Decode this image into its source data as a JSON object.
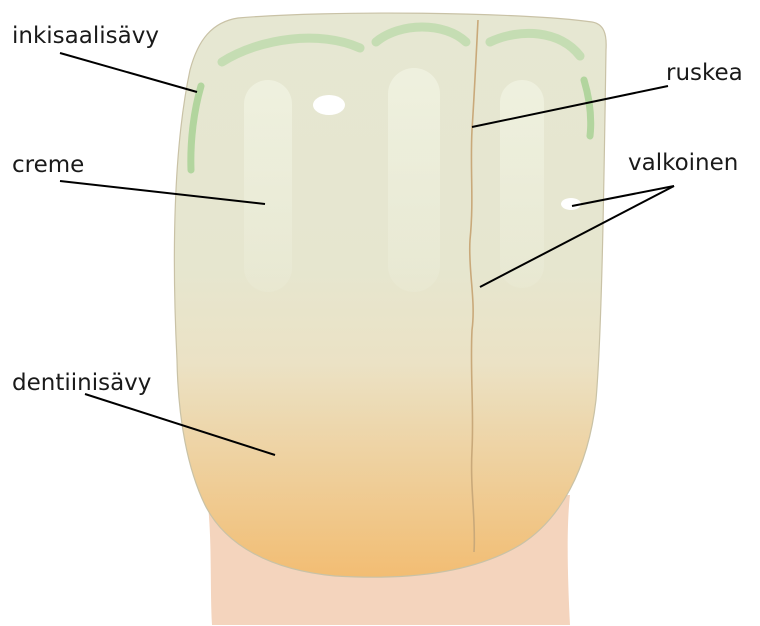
{
  "labels": {
    "incisal": "inkisaalisävy",
    "creme": "creme",
    "dentin": "dentiinisävy",
    "brown": "ruskea",
    "white": "valkoinen"
  },
  "colors": {
    "crown_top": "#e6e7d2",
    "crown_mid": "#ebe2c5",
    "crown_bottom": "#f2bd73",
    "root": "#f4d4bd",
    "incisal_stain": "#b9d9a8",
    "crack": "#c9a97a",
    "outline": "#c9c2a6"
  }
}
